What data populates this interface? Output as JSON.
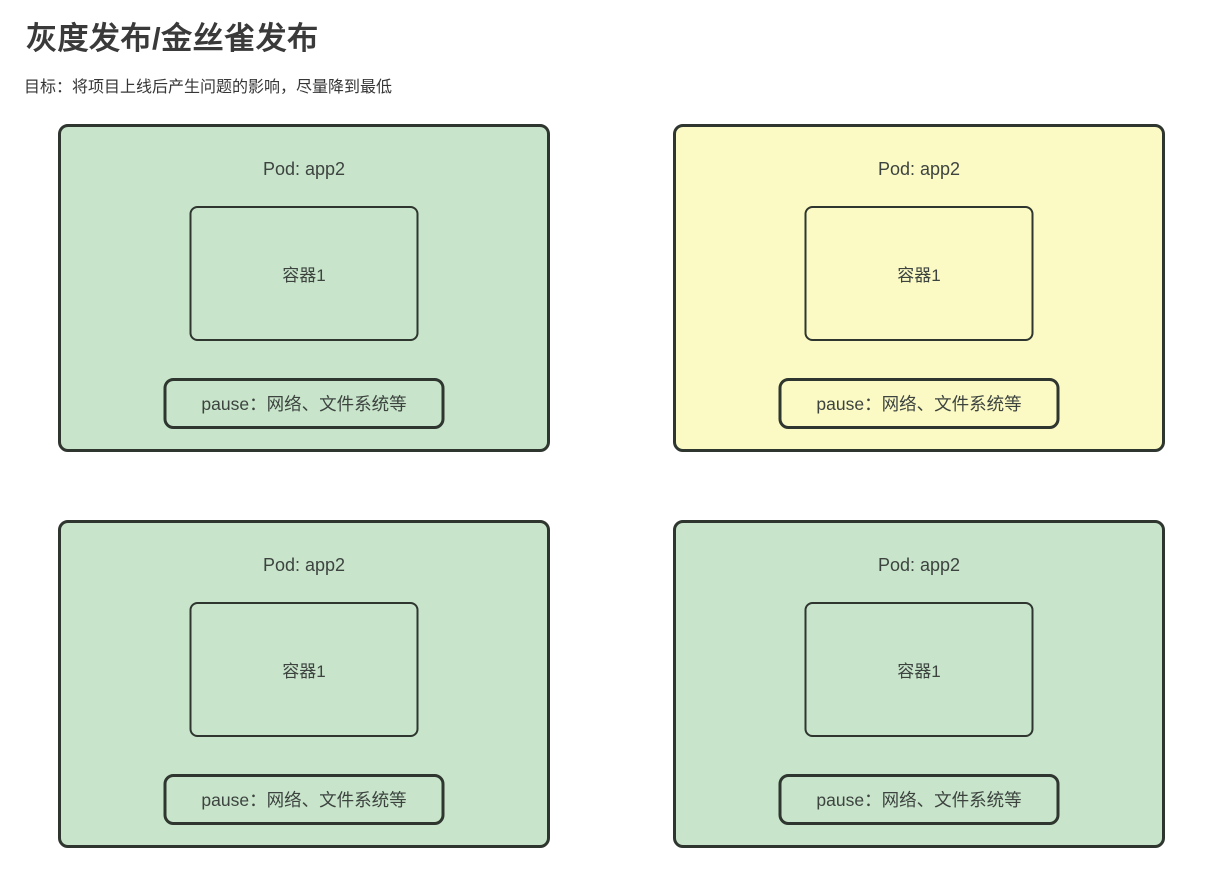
{
  "page": {
    "title": "灰度发布/金丝雀发布",
    "subtitle": "目标：将项目上线后产生问题的影响，尽量降到最低"
  },
  "colors": {
    "canvas_bg": "#ffffff",
    "green_bg": "#c8e4ca",
    "yellow_bg": "#fbf9c4",
    "box_border": "#2e362f",
    "box_text": "#3d4440",
    "title_text": "#3a3a3a",
    "subtitle_text": "#363636"
  },
  "pods": [
    {
      "title": "Pod: app2",
      "container_label": "容器1",
      "pause_label": "pause：网络、文件系统等",
      "variant": "green"
    },
    {
      "title": "Pod: app2",
      "container_label": "容器1",
      "pause_label": "pause：网络、文件系统等",
      "variant": "yellow"
    },
    {
      "title": "Pod: app2",
      "container_label": "容器1",
      "pause_label": "pause：网络、文件系统等",
      "variant": "green"
    },
    {
      "title": "Pod: app2",
      "container_label": "容器1",
      "pause_label": "pause：网络、文件系统等",
      "variant": "green"
    }
  ]
}
